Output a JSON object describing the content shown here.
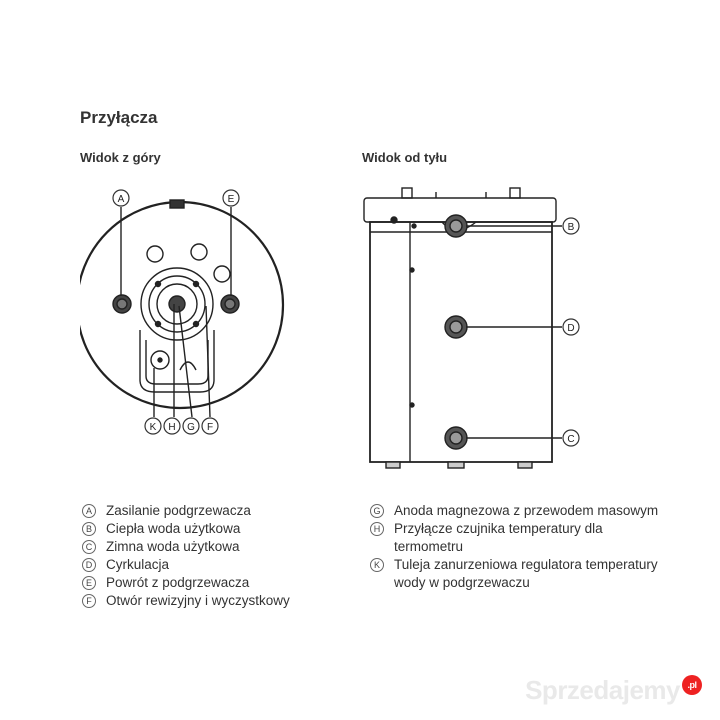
{
  "title": "Przyłącza",
  "views": {
    "top": "Widok z góry",
    "back": "Widok od tyłu"
  },
  "labels": {
    "A": "A",
    "B": "B",
    "C": "C",
    "D": "D",
    "E": "E",
    "F": "F",
    "G": "G",
    "H": "H",
    "K": "K"
  },
  "legend_left": [
    {
      "key": "A",
      "text": "Zasilanie podgrzewacza"
    },
    {
      "key": "B",
      "text": "Ciepła woda użytkowa"
    },
    {
      "key": "C",
      "text": "Zimna woda użytkowa"
    },
    {
      "key": "D",
      "text": "Cyrkulacja"
    },
    {
      "key": "E",
      "text": "Powrót z podgrzewacza"
    },
    {
      "key": "F",
      "text": "Otwór rewizyjny i wyczystkowy"
    }
  ],
  "legend_right": [
    {
      "key": "G",
      "text": "Anoda magnezowa z przewodem masowym"
    },
    {
      "key": "H",
      "text": "Przyłącze czujnika temperatury dla termometru"
    },
    {
      "key": "K",
      "text": "Tuleja zanurzeniowa regulatora temperatury wody w podgrzewaczu"
    }
  ],
  "watermark": {
    "text": "Sprzedajemy",
    "badge": ".pl"
  }
}
